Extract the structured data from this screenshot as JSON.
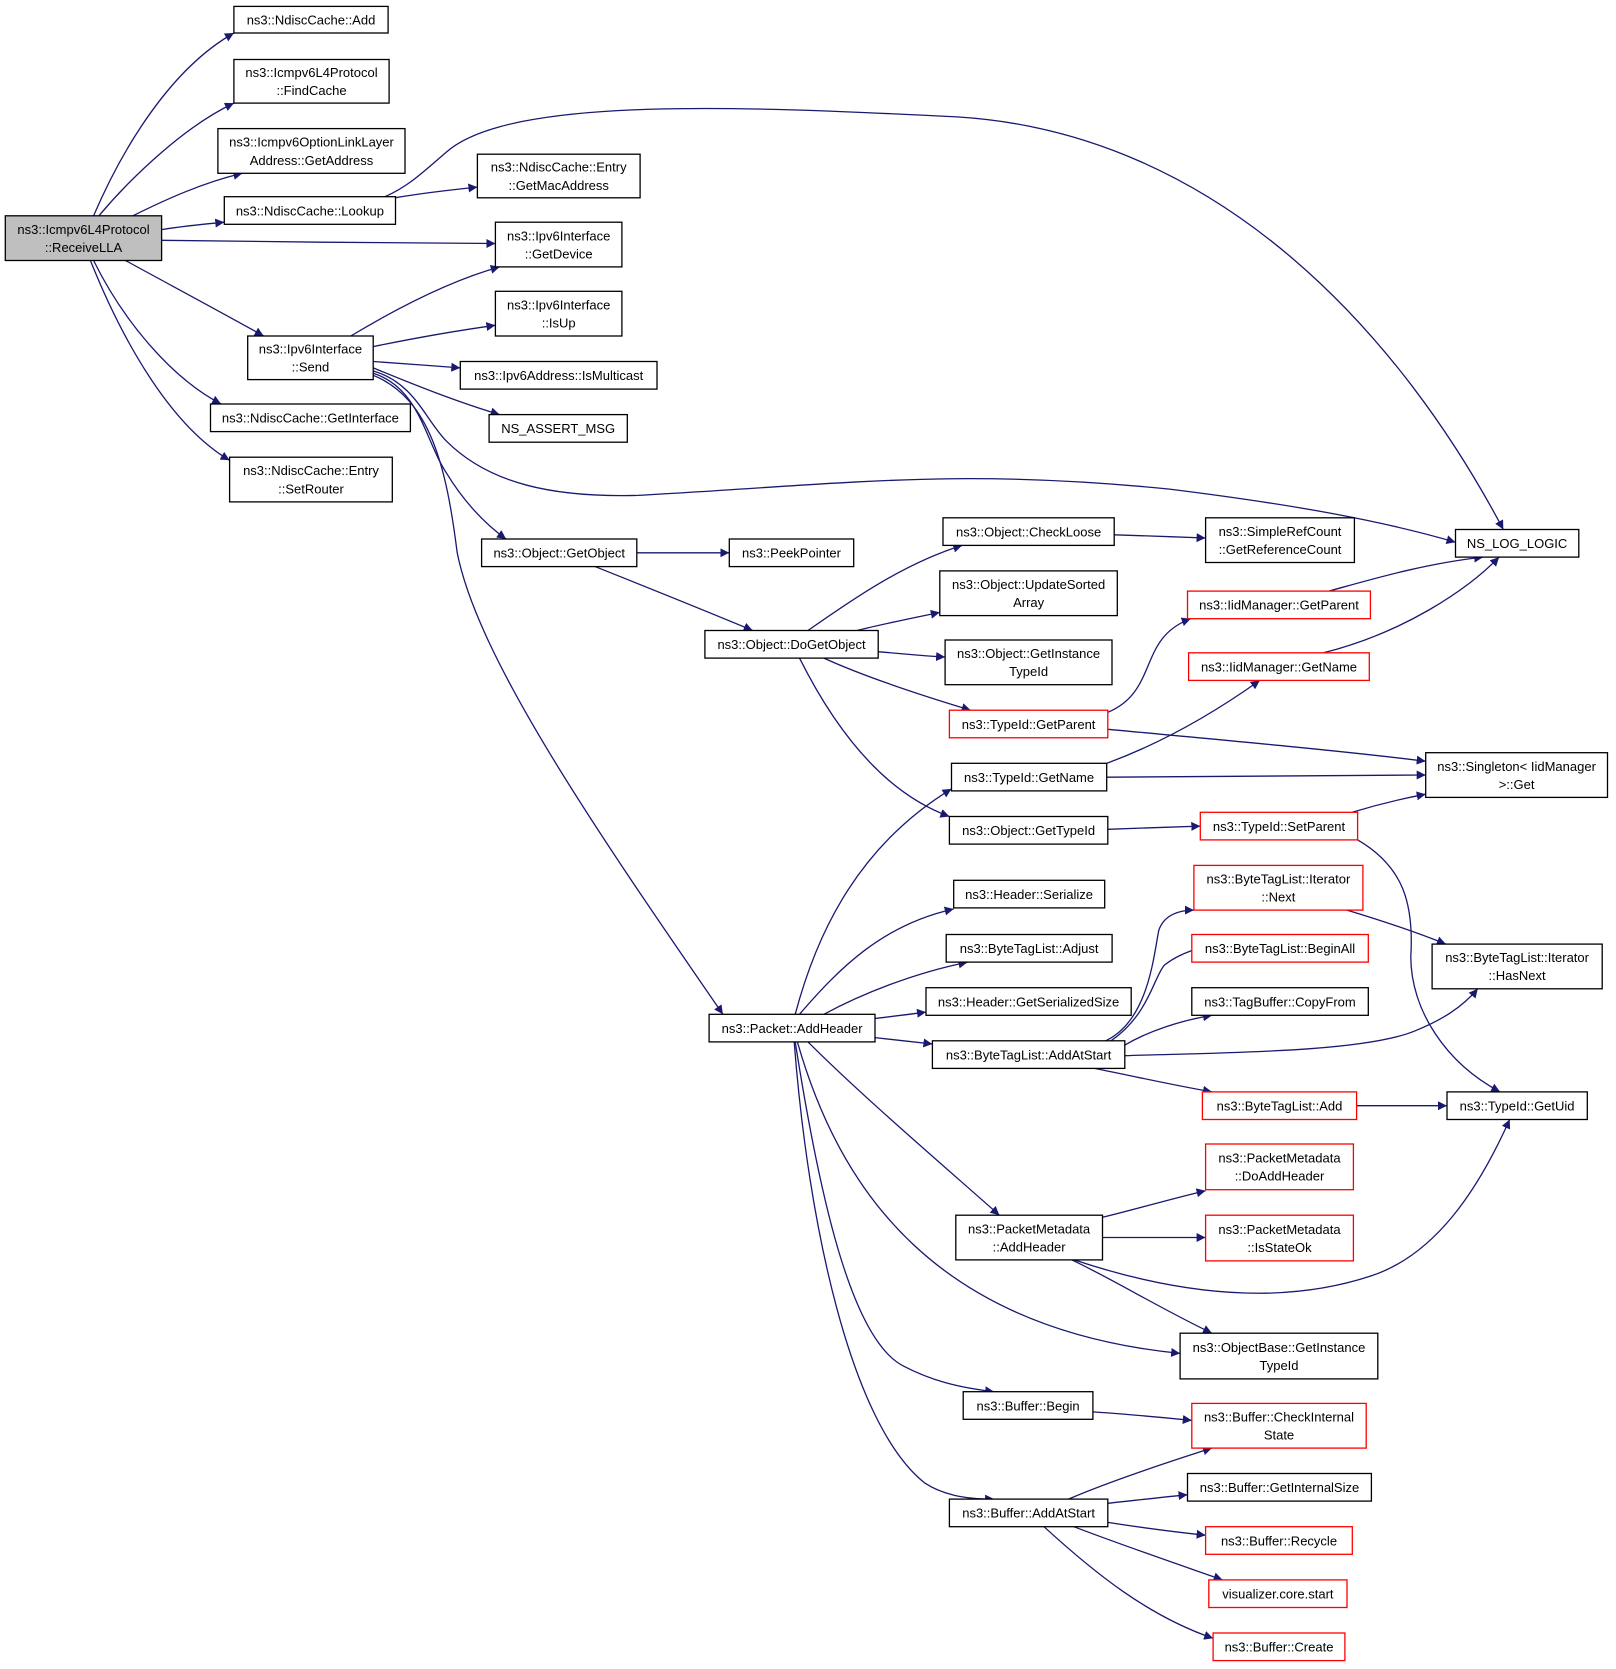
{
  "colors": {
    "edge": "#191970",
    "root_fill": "#bfbfbf",
    "node_fill": "#ffffff",
    "node_border": "#000000",
    "truncated_border": "#ff0000"
  },
  "nodes": {
    "receive_lla": {
      "lines": [
        "ns3::Icmpv6L4Protocol",
        "::ReceiveLLA"
      ],
      "root": true
    },
    "ndisc_add": {
      "lines": [
        "ns3::NdiscCache::Add"
      ]
    },
    "find_cache": {
      "lines": [
        "ns3::Icmpv6L4Protocol",
        "::FindCache"
      ]
    },
    "opt_get_address": {
      "lines": [
        "ns3::Icmpv6OptionLinkLayer",
        "Address::GetAddress"
      ]
    },
    "ndisc_lookup": {
      "lines": [
        "ns3::NdiscCache::Lookup"
      ]
    },
    "entry_get_mac": {
      "lines": [
        "ns3::NdiscCache::Entry",
        "::GetMacAddress"
      ]
    },
    "ipv6if_get_device": {
      "lines": [
        "ns3::Ipv6Interface",
        "::GetDevice"
      ]
    },
    "ipv6if_is_up": {
      "lines": [
        "ns3::Ipv6Interface",
        "::IsUp"
      ]
    },
    "ipv6if_send": {
      "lines": [
        "ns3::Ipv6Interface",
        "::Send"
      ]
    },
    "ipv6addr_is_multicast": {
      "lines": [
        "ns3::Ipv6Address::IsMulticast"
      ]
    },
    "ns_assert_msg": {
      "lines": [
        "NS_ASSERT_MSG"
      ]
    },
    "ndisc_get_interface": {
      "lines": [
        "ns3::NdiscCache::GetInterface"
      ]
    },
    "entry_set_router": {
      "lines": [
        "ns3::NdiscCache::Entry",
        "::SetRouter"
      ]
    },
    "ns_log_logic": {
      "lines": [
        "NS_LOG_LOGIC"
      ]
    },
    "object_get_object": {
      "lines": [
        "ns3::Object::GetObject"
      ]
    },
    "peek_pointer": {
      "lines": [
        "ns3::PeekPointer"
      ]
    },
    "object_check_loose": {
      "lines": [
        "ns3::Object::CheckLoose"
      ]
    },
    "simple_ref_count": {
      "lines": [
        "ns3::SimpleRefCount",
        "::GetReferenceCount"
      ]
    },
    "object_update_sorted": {
      "lines": [
        "ns3::Object::UpdateSorted",
        "Array"
      ]
    },
    "object_do_get_object": {
      "lines": [
        "ns3::Object::DoGetObject"
      ]
    },
    "object_get_instance_typeid": {
      "lines": [
        "ns3::Object::GetInstance",
        "TypeId"
      ]
    },
    "iid_get_parent": {
      "lines": [
        "ns3::IidManager::GetParent"
      ],
      "red": true
    },
    "iid_get_name": {
      "lines": [
        "ns3::IidManager::GetName"
      ],
      "red": true
    },
    "typeid_get_parent": {
      "lines": [
        "ns3::TypeId::GetParent"
      ],
      "red": true
    },
    "typeid_get_name": {
      "lines": [
        "ns3::TypeId::GetName"
      ]
    },
    "singleton_get": {
      "lines": [
        "ns3::Singleton< IidManager",
        ">::Get"
      ]
    },
    "object_get_typeid": {
      "lines": [
        "ns3::Object::GetTypeId"
      ]
    },
    "typeid_set_parent": {
      "lines": [
        "ns3::TypeId::SetParent"
      ],
      "red": true
    },
    "header_serialize": {
      "lines": [
        "ns3::Header::Serialize"
      ]
    },
    "btl_iter_next": {
      "lines": [
        "ns3::ByteTagList::Iterator",
        "::Next"
      ],
      "red": true
    },
    "btl_adjust": {
      "lines": [
        "ns3::ByteTagList::Adjust"
      ]
    },
    "btl_begin_all": {
      "lines": [
        "ns3::ByteTagList::BeginAll"
      ],
      "red": true
    },
    "btl_iter_has_next": {
      "lines": [
        "ns3::ByteTagList::Iterator",
        "::HasNext"
      ]
    },
    "header_get_serialized_size": {
      "lines": [
        "ns3::Header::GetSerializedSize"
      ]
    },
    "tagbuffer_copy_from": {
      "lines": [
        "ns3::TagBuffer::CopyFrom"
      ]
    },
    "packet_add_header": {
      "lines": [
        "ns3::Packet::AddHeader"
      ]
    },
    "btl_add_at_start": {
      "lines": [
        "ns3::ByteTagList::AddAtStart"
      ]
    },
    "btl_add": {
      "lines": [
        "ns3::ByteTagList::Add"
      ],
      "red": true
    },
    "typeid_get_uid": {
      "lines": [
        "ns3::TypeId::GetUid"
      ]
    },
    "pm_do_add_header": {
      "lines": [
        "ns3::PacketMetadata",
        "::DoAddHeader"
      ],
      "red": true
    },
    "pm_add_header": {
      "lines": [
        "ns3::PacketMetadata",
        "::AddHeader"
      ]
    },
    "pm_is_state_ok": {
      "lines": [
        "ns3::PacketMetadata",
        "::IsStateOk"
      ],
      "red": true
    },
    "objectbase_get_instance_typeid": {
      "lines": [
        "ns3::ObjectBase::GetInstance",
        "TypeId"
      ]
    },
    "buffer_begin": {
      "lines": [
        "ns3::Buffer::Begin"
      ]
    },
    "buffer_check_internal_state": {
      "lines": [
        "ns3::Buffer::CheckInternal",
        "State"
      ],
      "red": true
    },
    "buffer_get_internal_size": {
      "lines": [
        "ns3::Buffer::GetInternalSize"
      ]
    },
    "buffer_add_at_start": {
      "lines": [
        "ns3::Buffer::AddAtStart"
      ]
    },
    "buffer_recycle": {
      "lines": [
        "ns3::Buffer::Recycle"
      ],
      "red": true
    },
    "visualizer_core_start": {
      "lines": [
        "visualizer.core.start"
      ],
      "red": true
    },
    "buffer_create": {
      "lines": [
        "ns3::Buffer::Create"
      ],
      "red": true
    }
  }
}
